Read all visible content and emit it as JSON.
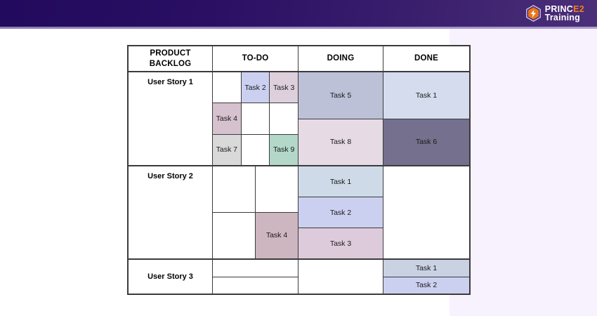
{
  "brand": {
    "logo_icon": "hexagon-bolt-icon",
    "name_part1": "PRINC",
    "name_accent": "E2",
    "name_line2": "Training",
    "bar_color": "#220a5d",
    "accent_color": "#f07d20"
  },
  "board": {
    "headers": [
      "PRODUCT BACKLOG",
      "TO-DO",
      "DOING",
      "DONE"
    ],
    "header_backlog_line1": "PRODUCT",
    "header_backlog_line2": "BACKLOG",
    "rows": [
      {
        "story": "User Story 1",
        "todo": {
          "type": "grid3x3",
          "cells": [
            [
              {
                "label": "",
                "color": ""
              },
              {
                "label": "Task 2",
                "color": "#ccd0f0"
              },
              {
                "label": "Task 3",
                "color": "#decfdd"
              }
            ],
            [
              {
                "label": "Task 4",
                "color": "#d6c1ce"
              },
              {
                "label": "",
                "color": ""
              },
              {
                "label": "",
                "color": ""
              }
            ],
            [
              {
                "label": "Task 7",
                "color": "#d9d9d9"
              },
              {
                "label": "",
                "color": ""
              },
              {
                "label": "Task 9",
                "color": "#b3d7c8"
              }
            ]
          ]
        },
        "doing": {
          "type": "stack",
          "cards": [
            {
              "label": "Task 5",
              "color": "#bcc1d7"
            },
            {
              "label": "Task 8",
              "color": "#e6dbe5"
            }
          ]
        },
        "done": {
          "type": "stack",
          "cards": [
            {
              "label": "Task 1",
              "color": "#d4dced"
            },
            {
              "label": "Task 6",
              "color": "#74708d"
            }
          ]
        }
      },
      {
        "story": "User Story 2",
        "todo": {
          "type": "grid2x2",
          "cells": [
            [
              {
                "label": "",
                "color": ""
              },
              {
                "label": "",
                "color": ""
              }
            ],
            [
              {
                "label": "",
                "color": ""
              },
              {
                "label": "Task 4",
                "color": "#cdb6bf"
              }
            ]
          ]
        },
        "doing": {
          "type": "stack",
          "cards": [
            {
              "label": "Task 1",
              "color": "#cfdae8"
            },
            {
              "label": "Task 2",
              "color": "#ccd0f0"
            },
            {
              "label": "Task 3",
              "color": "#ddcbdc"
            }
          ]
        },
        "done": {
          "type": "stack",
          "cards": []
        }
      },
      {
        "story": "User Story 3",
        "todo": {
          "type": "rows2",
          "cells": [
            [
              {
                "label": "",
                "color": ""
              }
            ],
            [
              {
                "label": "",
                "color": ""
              }
            ]
          ]
        },
        "doing": {
          "type": "stack",
          "cards": []
        },
        "done": {
          "type": "stack",
          "cards": [
            {
              "label": "Task 1",
              "color": "#c9d2e3"
            },
            {
              "label": "Task 2",
              "color": "#ccd0f0"
            }
          ]
        }
      }
    ]
  }
}
